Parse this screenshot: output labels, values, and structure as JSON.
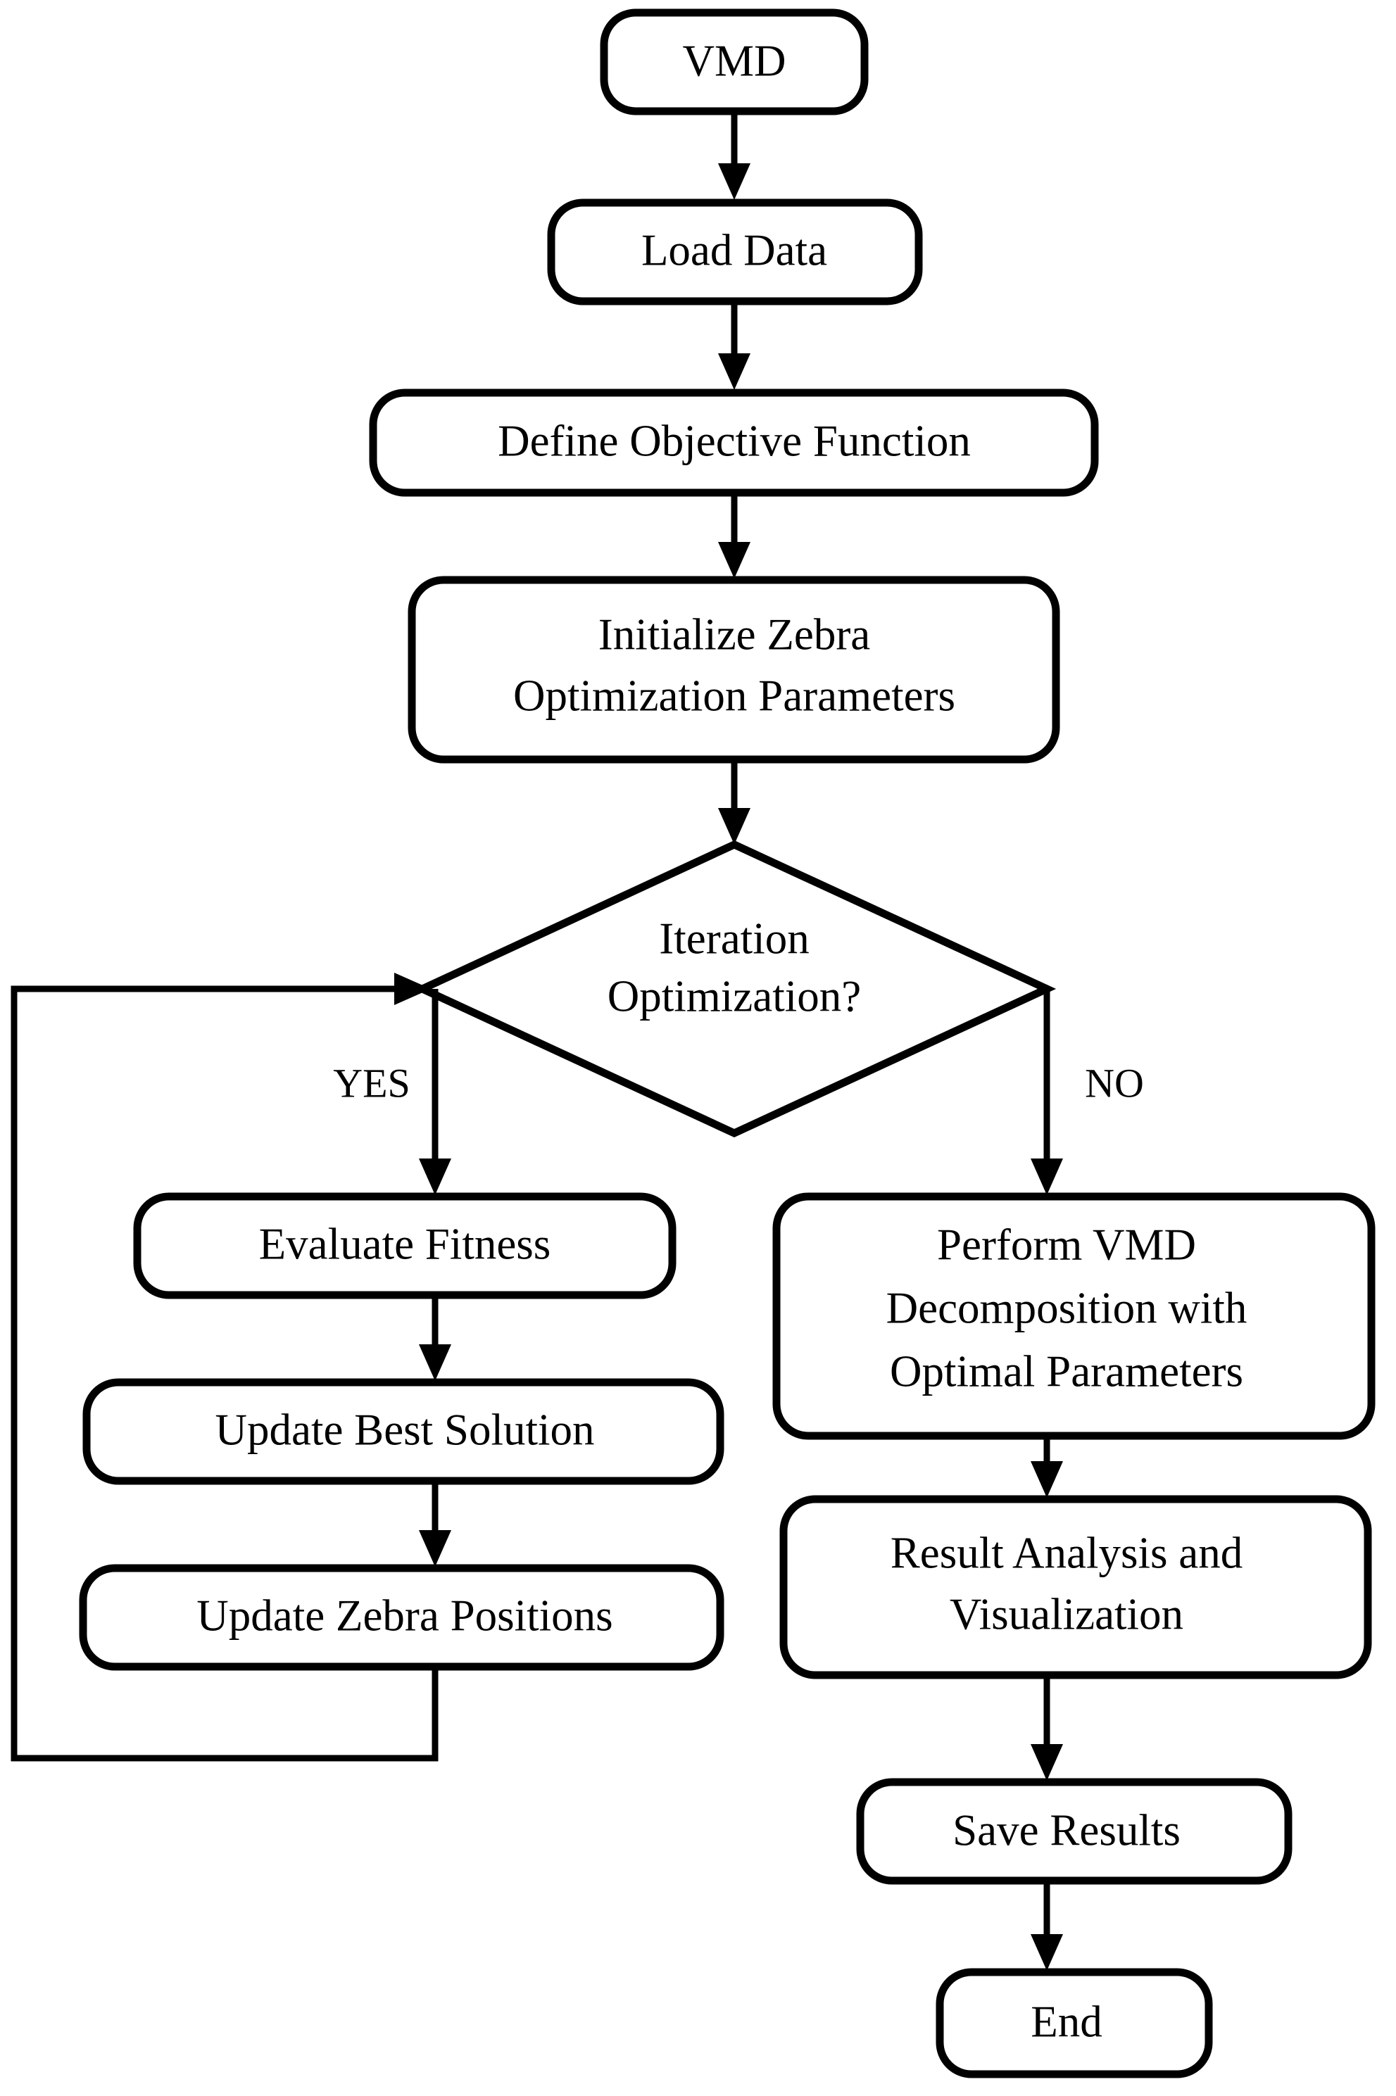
{
  "diagram": {
    "type": "flowchart",
    "title_text": "VMD",
    "orientation": "top-to-bottom",
    "background_color": "#ffffff",
    "stroke_color": "#000000",
    "fill_color": "#ffffff",
    "nodes": [
      {
        "id": "vmd",
        "shape": "rounded-rect",
        "lines": [
          "VMD"
        ]
      },
      {
        "id": "load",
        "shape": "rounded-rect",
        "lines": [
          "Load Data"
        ]
      },
      {
        "id": "define",
        "shape": "rounded-rect",
        "lines": [
          "Define Objective Function"
        ]
      },
      {
        "id": "init",
        "shape": "rounded-rect",
        "lines": [
          "Initialize Zebra",
          "Optimization Parameters"
        ]
      },
      {
        "id": "decision",
        "shape": "diamond",
        "lines": [
          "Iteration",
          "Optimization?"
        ]
      },
      {
        "id": "evaluate",
        "shape": "rounded-rect",
        "lines": [
          "Evaluate Fitness"
        ]
      },
      {
        "id": "updatebest",
        "shape": "rounded-rect",
        "lines": [
          "Update Best Solution"
        ]
      },
      {
        "id": "updatepos",
        "shape": "rounded-rect",
        "lines": [
          "Update Zebra Positions"
        ]
      },
      {
        "id": "perform",
        "shape": "rounded-rect",
        "lines": [
          "Perform VMD",
          "Decomposition with",
          "Optimal Parameters"
        ]
      },
      {
        "id": "result",
        "shape": "rounded-rect",
        "lines": [
          "Result Analysis and",
          "Visualization"
        ]
      },
      {
        "id": "save",
        "shape": "rounded-rect",
        "lines": [
          "Save Results"
        ]
      },
      {
        "id": "end",
        "shape": "rounded-rect",
        "lines": [
          "End"
        ]
      }
    ],
    "edge_labels": {
      "yes": "YES",
      "no": "NO"
    },
    "edges": [
      {
        "from": "vmd",
        "to": "load",
        "label": ""
      },
      {
        "from": "load",
        "to": "define",
        "label": ""
      },
      {
        "from": "define",
        "to": "init",
        "label": ""
      },
      {
        "from": "init",
        "to": "decision",
        "label": ""
      },
      {
        "from": "decision",
        "to": "evaluate",
        "label": "YES"
      },
      {
        "from": "decision",
        "to": "perform",
        "label": "NO"
      },
      {
        "from": "evaluate",
        "to": "updatebest",
        "label": ""
      },
      {
        "from": "updatebest",
        "to": "updatepos",
        "label": ""
      },
      {
        "from": "updatepos",
        "to": "decision",
        "label": ""
      },
      {
        "from": "perform",
        "to": "result",
        "label": ""
      },
      {
        "from": "result",
        "to": "save",
        "label": ""
      },
      {
        "from": "save",
        "to": "end",
        "label": ""
      }
    ]
  },
  "labels": {
    "vmd_l1": "VMD",
    "load_l1": "Load Data",
    "define_l1": "Define Objective Function",
    "init_l1": "Initialize Zebra",
    "init_l2": "Optimization Parameters",
    "decision_l1": "Iteration",
    "decision_l2": "Optimization?",
    "yes": "YES",
    "no": "NO",
    "evaluate_l1": "Evaluate Fitness",
    "updatebest_l1": "Update Best Solution",
    "updatepos_l1": "Update Zebra Positions",
    "perform_l1": "Perform VMD",
    "perform_l2": "Decomposition with",
    "perform_l3": "Optimal Parameters",
    "result_l1": "Result Analysis and",
    "result_l2": "Visualization",
    "save_l1": "Save Results",
    "end_l1": "End"
  }
}
